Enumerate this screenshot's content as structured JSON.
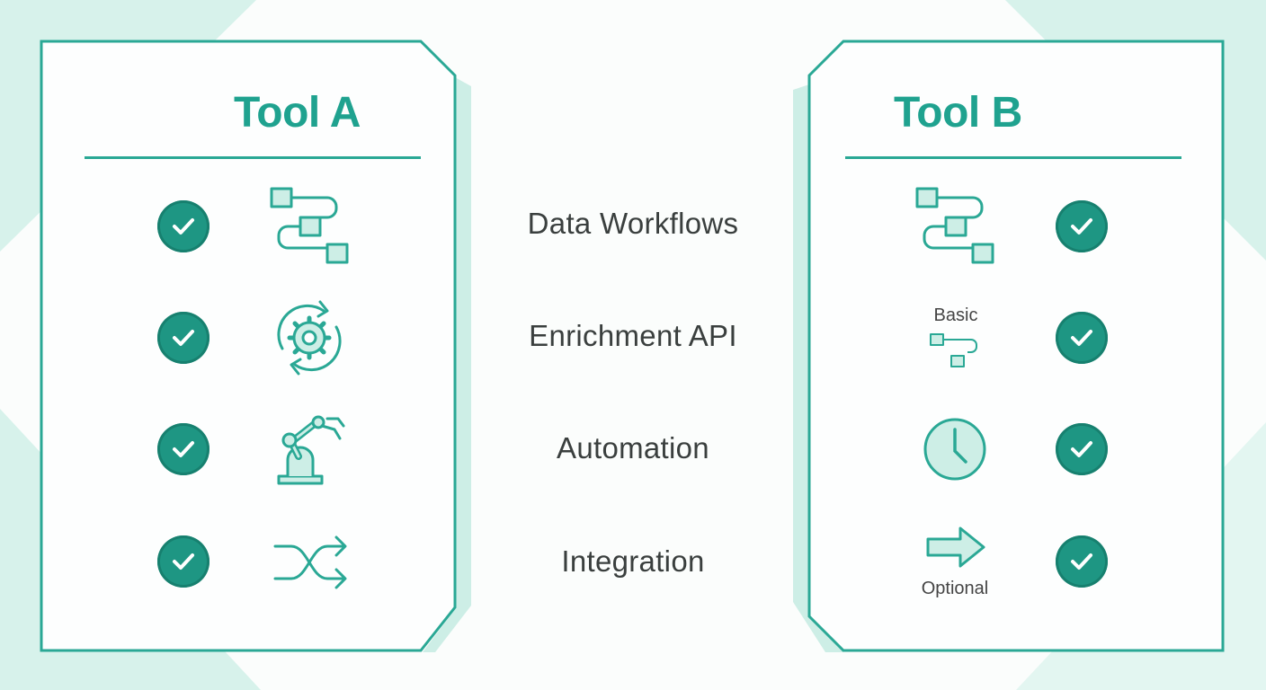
{
  "colors": {
    "accent": "#2aa895",
    "check_fill": "#1e9683",
    "icon_fill": "#cdeee6",
    "background_tint": "#d4f1ea",
    "text": "#3a3f3e"
  },
  "tool_a": {
    "title": "Tool A",
    "rows": [
      {
        "check": "check-icon",
        "icon": "workflow-icon"
      },
      {
        "check": "check-icon",
        "icon": "gear-refresh-icon"
      },
      {
        "check": "check-icon",
        "icon": "robot-arm-icon"
      },
      {
        "check": "check-icon",
        "icon": "shuffle-icon"
      }
    ]
  },
  "features": [
    "Data Workflows",
    "Enrichment API",
    "Automation",
    "Integration"
  ],
  "tool_b": {
    "title": "Tool B",
    "rows": [
      {
        "check": "check-icon",
        "icon": "workflow-icon",
        "label": ""
      },
      {
        "check": "check-icon",
        "icon": "workflow-small-icon",
        "label": "Basic"
      },
      {
        "check": "check-icon",
        "icon": "clock-icon",
        "label": ""
      },
      {
        "check": "check-icon",
        "icon": "arrow-right-icon",
        "label": "Optional"
      }
    ]
  }
}
